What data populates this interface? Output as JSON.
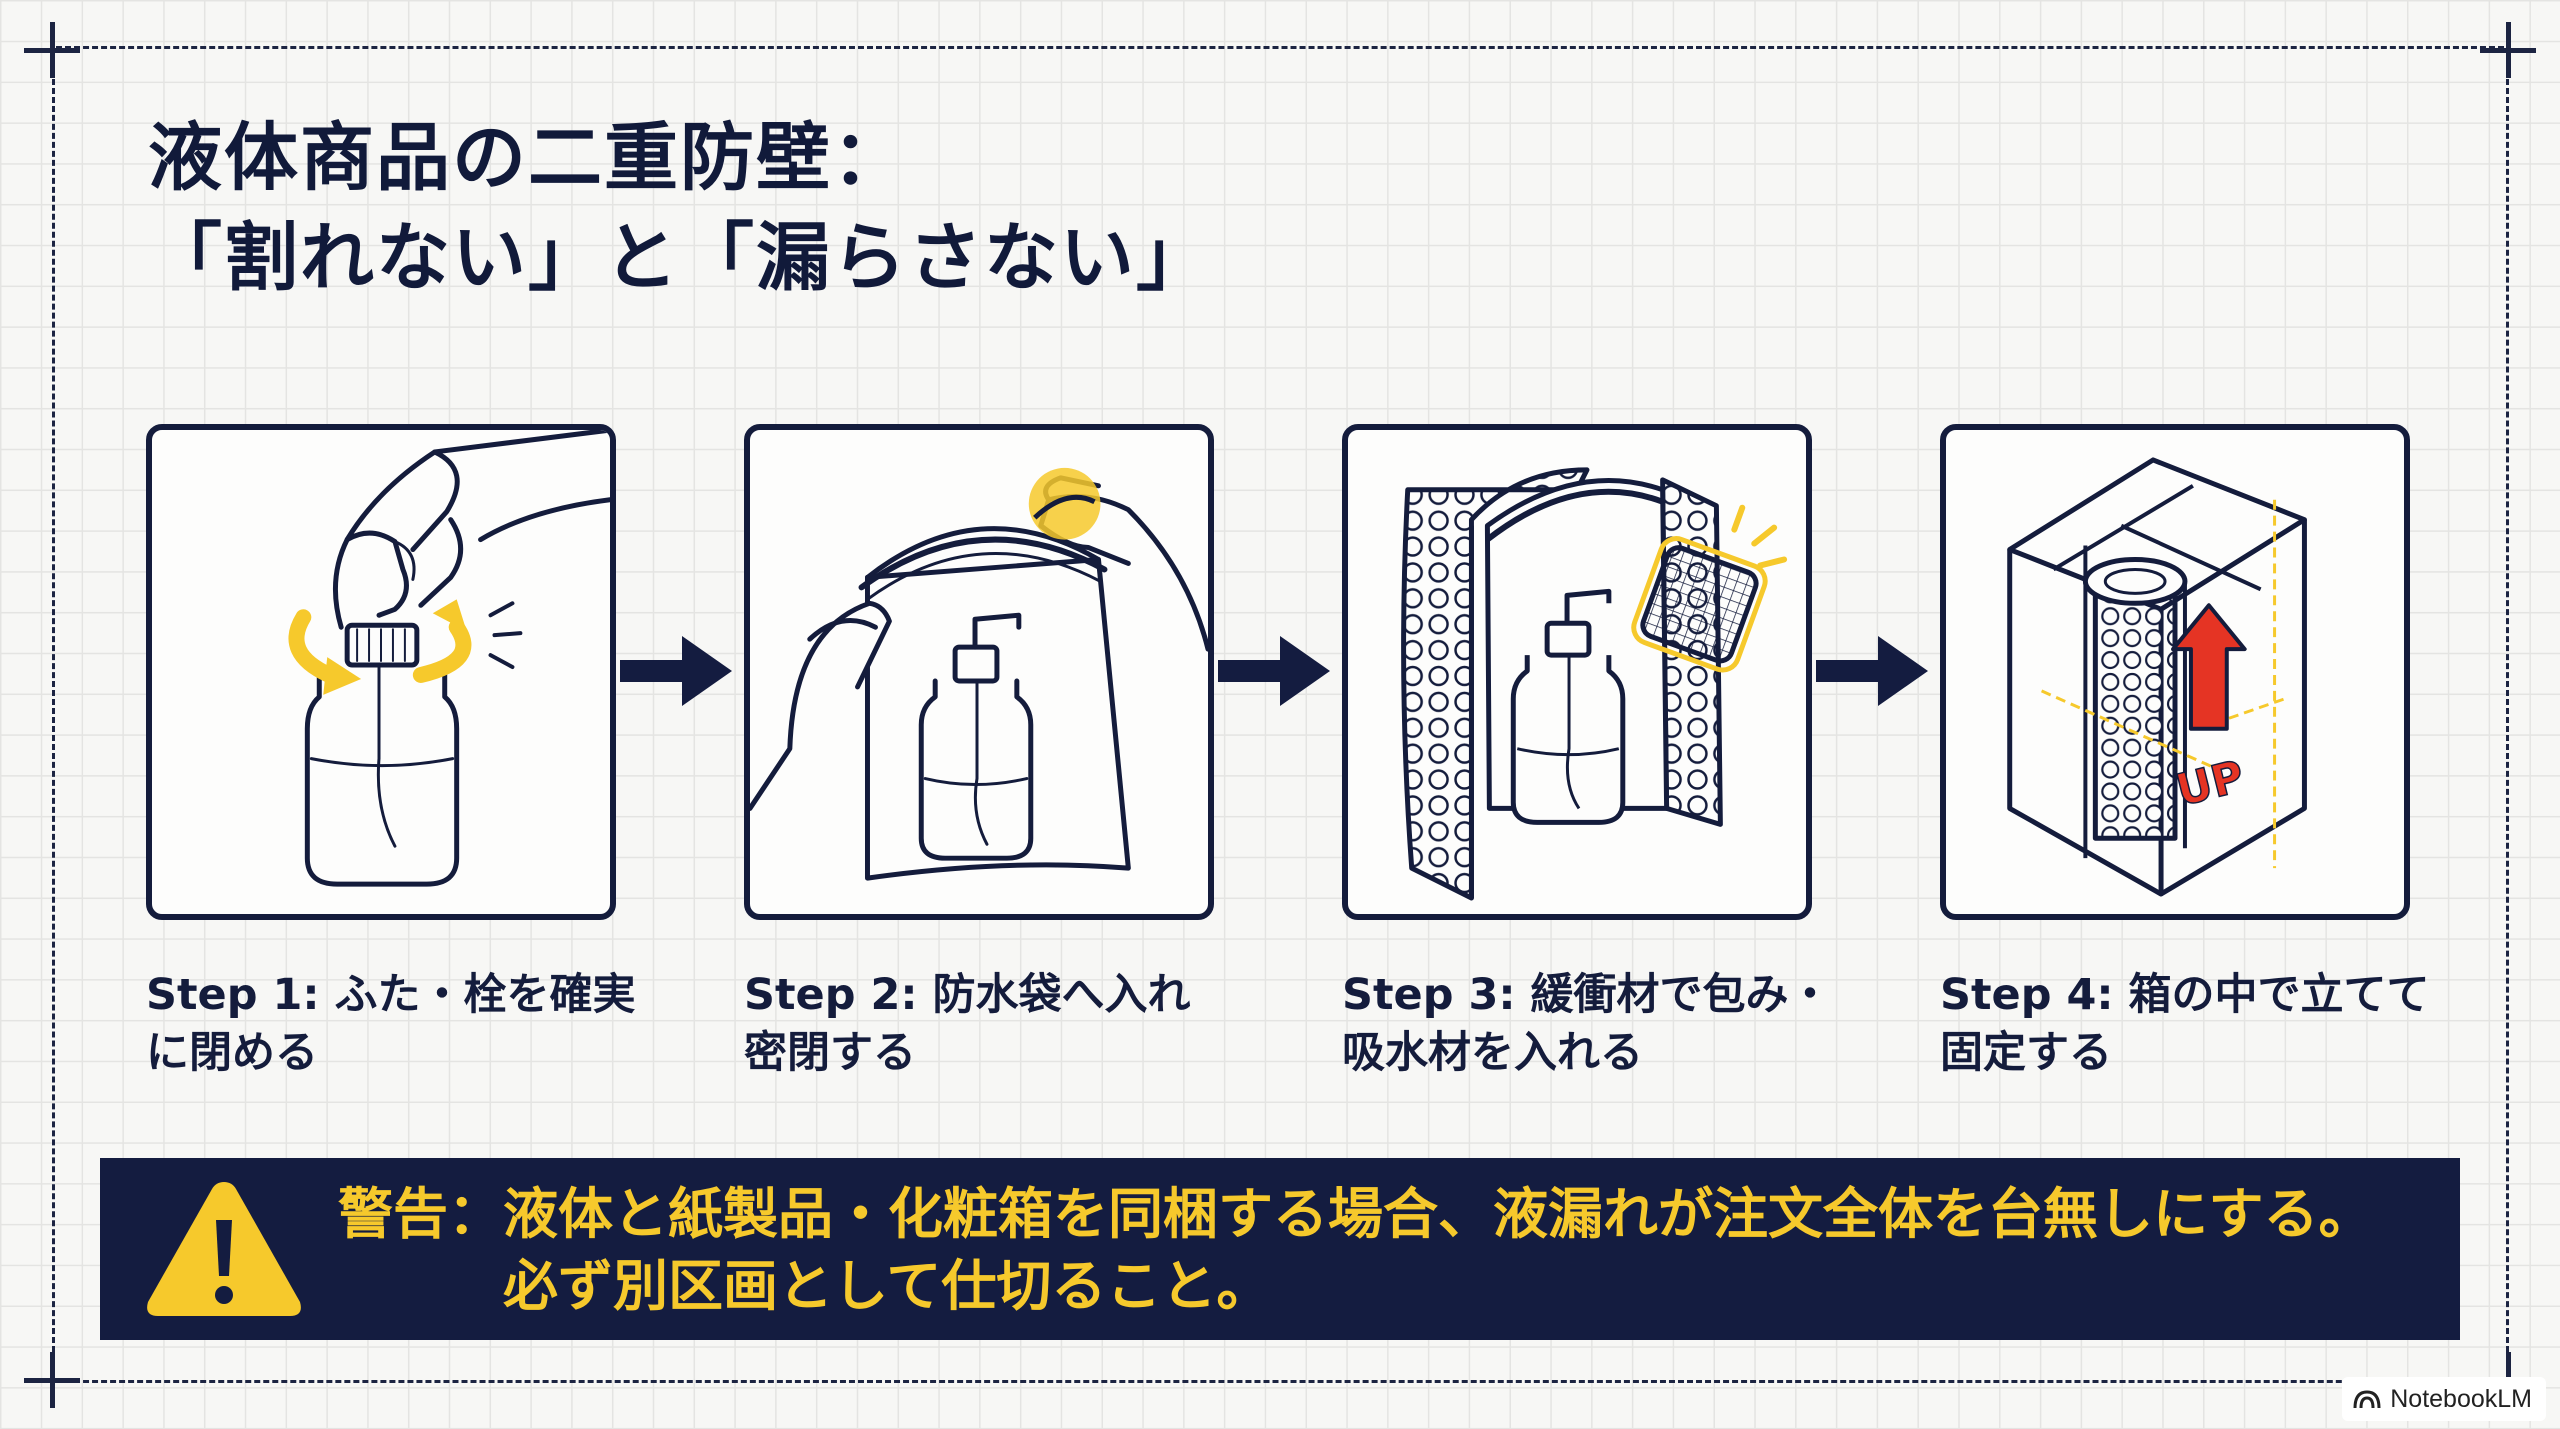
{
  "title": {
    "line1": "液体商品の二重防壁：",
    "line2": "「割れない」と「漏らさない」"
  },
  "steps": [
    {
      "line1": "Step 1: ふた・栓を確実",
      "line2": "に閉める",
      "icon": "bottle-cap-twist"
    },
    {
      "line1": "Step 2: 防水袋へ入れ",
      "line2": "密閉する",
      "icon": "zip-bag-seal"
    },
    {
      "line1": "Step 3: 緩衝材で包み・",
      "line2": "吸水材を入れる",
      "icon": "bubble-wrap-absorbent-pad"
    },
    {
      "line1": "Step 4: 箱の中で立てて",
      "line2": "固定する",
      "icon": "upright-box-divider"
    }
  ],
  "box_label": "UP",
  "warning": {
    "line1": "警告：液体と紙製品・化粧箱を同梱する場合、液漏れが注文全体を台無しにする。",
    "line2": "必ず別区画として仕切ること。",
    "icon": "warning-triangle-icon"
  },
  "brand": "NotebookLM",
  "colors": {
    "navy": "#141c40",
    "accent_yellow": "#f6c92c",
    "arrow_red": "#e53424",
    "background": "#f7f7f5"
  }
}
